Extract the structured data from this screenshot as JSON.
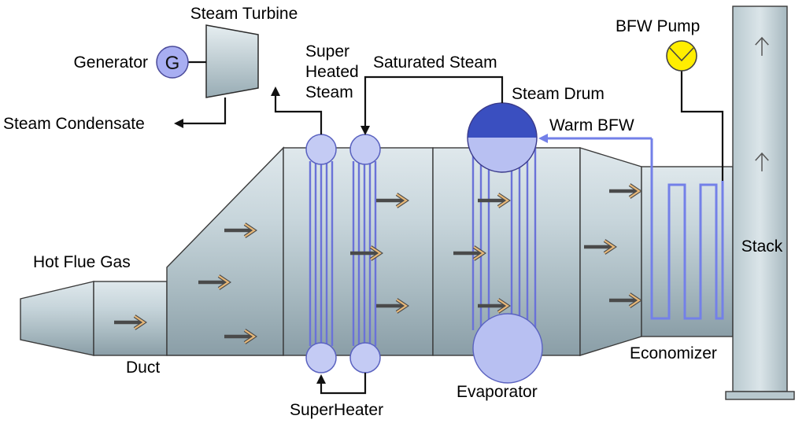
{
  "labels": {
    "steam_turbine": "Steam Turbine",
    "generator": "Generator",
    "generator_symbol": "G",
    "steam_condensate": "Steam Condensate",
    "super_heated_steam": [
      "Super",
      "Heated",
      "Steam"
    ],
    "saturated_steam": "Saturated Steam",
    "steam_drum": "Steam Drum",
    "bfw_pump": "BFW Pump",
    "warm_bfw": "Warm BFW",
    "hot_flue_gas": "Hot Flue Gas",
    "duct": "Duct",
    "superheater": "SuperHeater",
    "evaporator": "Evaporator",
    "economizer": "Economizer",
    "stack": "Stack"
  },
  "icons": {
    "flow_arrow": "gas-flow-arrow-icon",
    "stack_arrow": "stack-up-arrow-icon",
    "pump": "pump-icon",
    "generator": "generator-icon"
  },
  "colors": {
    "metal_light": "#dfe8ec",
    "metal_dark": "#8fa4ad",
    "tube_blue": "#6a72d8",
    "water_blue": "#7380e8",
    "drum_top": "#3a4fc0",
    "drum_bottom": "#b8c0f2",
    "header_fill": "#c4cbf4",
    "pump_yellow": "#ffee00",
    "flow_arrow": "#f0c890"
  }
}
